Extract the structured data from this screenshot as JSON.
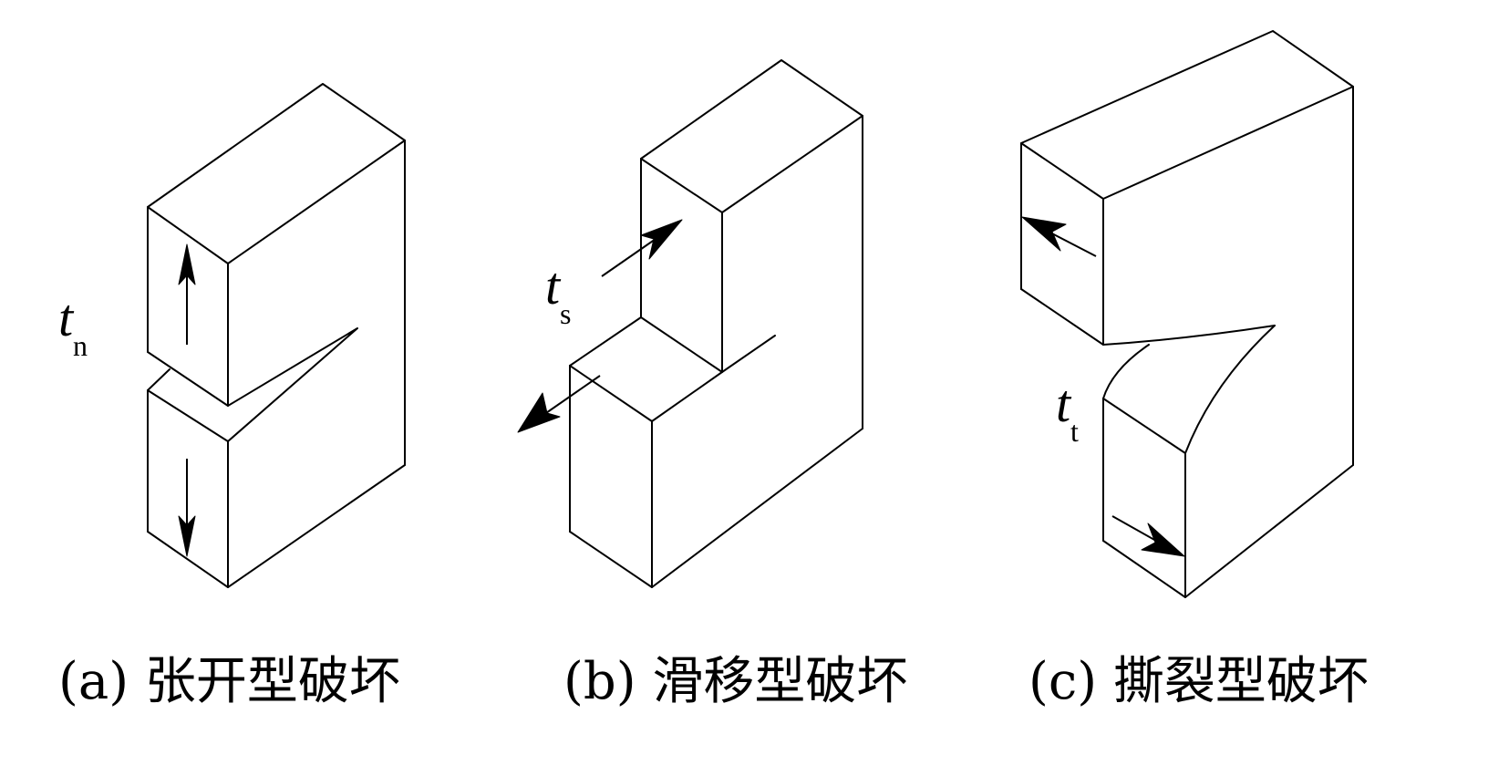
{
  "figure": {
    "panels": [
      {
        "id": "a",
        "caption": "(a) 张开型破坏",
        "symbol": "t",
        "subscript": "n"
      },
      {
        "id": "b",
        "caption": "(b) 滑移型破坏",
        "symbol": "t",
        "subscript": "s"
      },
      {
        "id": "c",
        "caption": "(c) 撕裂型破坏",
        "symbol": "t",
        "subscript": "t"
      }
    ]
  }
}
